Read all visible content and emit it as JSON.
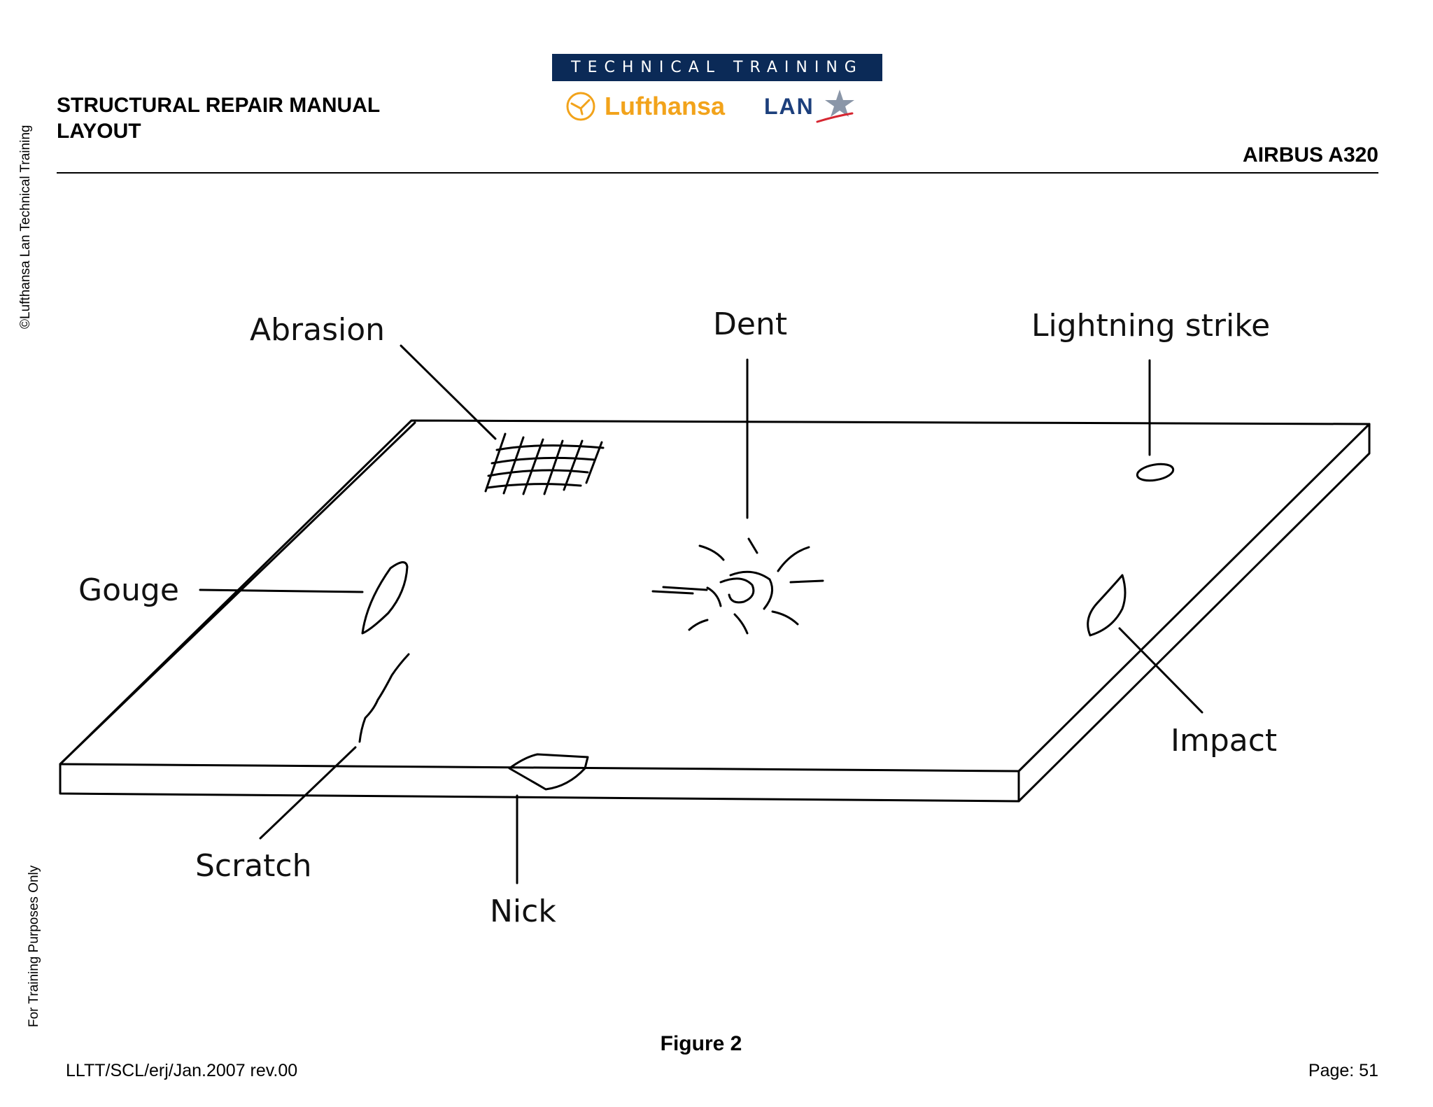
{
  "header": {
    "title_line1": "STRUCTURAL REPAIR MANUAL",
    "title_line2": "LAYOUT",
    "aircraft": "AIRBUS A320",
    "logo_bar_text": "TECHNICAL TRAINING",
    "logo_lufthansa": "Lufthansa",
    "logo_lan": "LAN"
  },
  "sidebar": {
    "copyright_text": "©Lufthansa Lan Technical Training",
    "purpose_text": "For Training Purposes Only"
  },
  "figure": {
    "caption": "Figure 2",
    "labels": {
      "abrasion": "Abrasion",
      "dent": "Dent",
      "lightning": "Lightning strike",
      "gouge": "Gouge",
      "impact": "Impact",
      "scratch": "Scratch",
      "nick": "Nick"
    }
  },
  "footer": {
    "doc_ref": "LLTT/SCL/erj/Jan.2007 rev.00",
    "page": "Page: 51"
  },
  "colors": {
    "logo_bar": "#0b2a57",
    "lufthansa": "#f2a31b",
    "lan": "#1c3f7c",
    "lan_swoosh": "#d62631"
  }
}
